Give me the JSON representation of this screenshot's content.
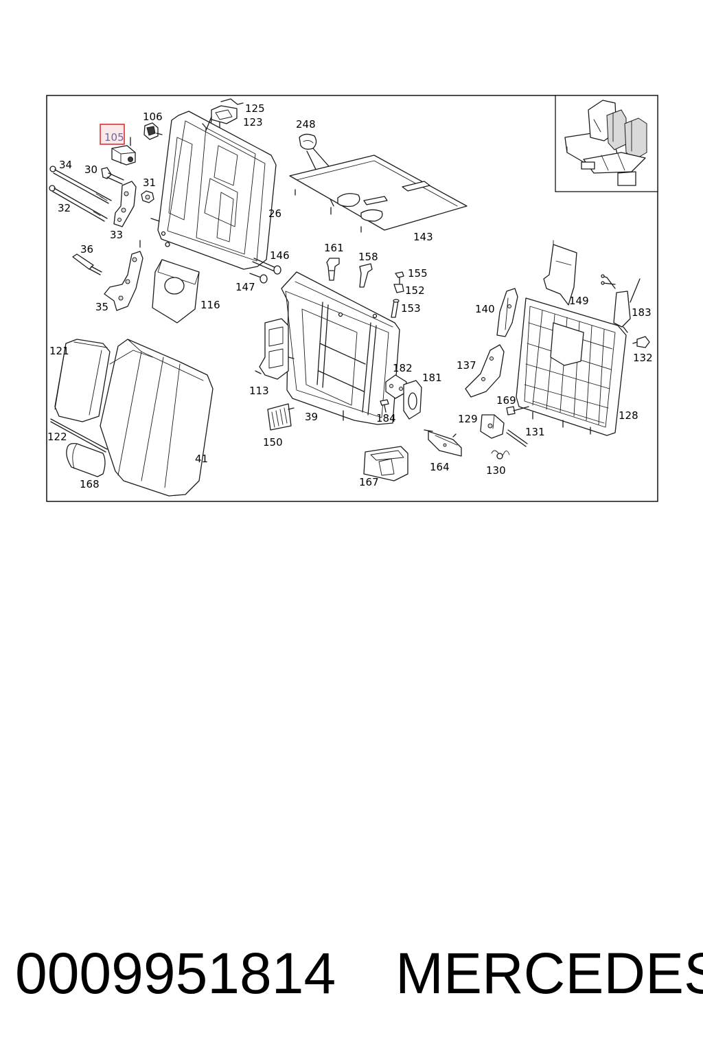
{
  "diagram": {
    "callouts": {
      "c105": "105",
      "c106": "106",
      "c125": "125",
      "c123": "123",
      "c248": "248",
      "c34": "34",
      "c30": "30",
      "c31": "31",
      "c32": "32",
      "c33": "33",
      "c26": "26",
      "c143": "143",
      "c36": "36",
      "c35": "35",
      "c116": "116",
      "c146": "146",
      "c147": "147",
      "c161": "161",
      "c158": "158",
      "c155": "155",
      "c152": "152",
      "c153": "153",
      "c140": "140",
      "c149": "149",
      "c183": "183",
      "c132": "132",
      "c121": "121",
      "c113": "113",
      "c182": "182",
      "c181": "181",
      "c137": "137",
      "c169": "169",
      "c39": "39",
      "c184": "184",
      "c129": "129",
      "c131": "131",
      "c128": "128",
      "c122": "122",
      "c150": "150",
      "c41": "41",
      "c164": "164",
      "c130": "130",
      "c168": "168",
      "c167": "167"
    },
    "highlighted_part": "105",
    "highlight_color": "#e03030",
    "line_color": "#1a1a1a"
  },
  "caption": {
    "part_number": "0009951814",
    "brand": "MERCEDES"
  }
}
